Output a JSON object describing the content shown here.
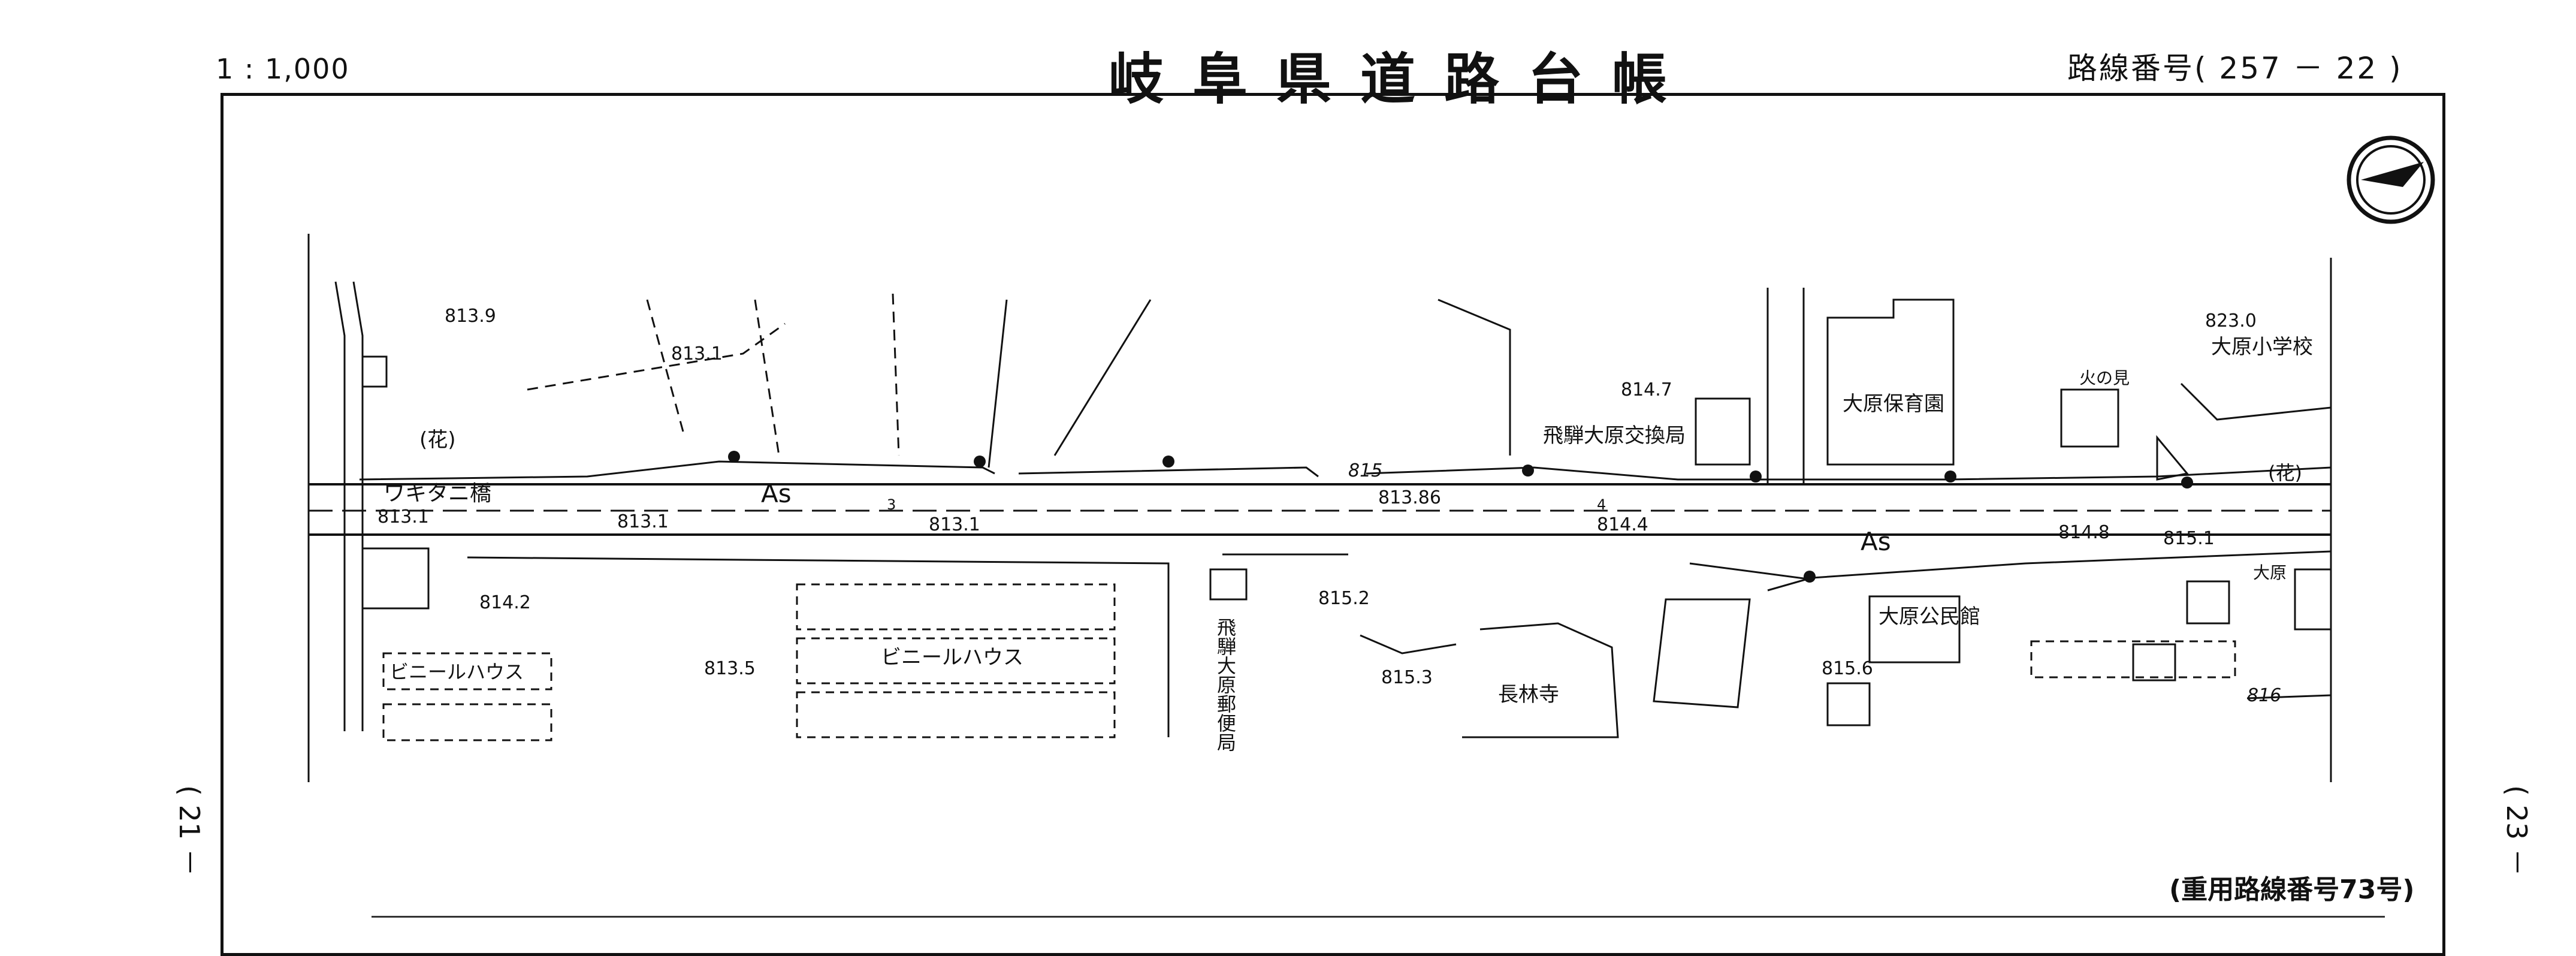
{
  "header": {
    "scale": "1 : 1,000",
    "title": "岐阜県道路台帳",
    "route_number": "路線番号( 257 － 22 )"
  },
  "side_markers": {
    "left": "( 21 －",
    "right": "( 23 －"
  },
  "map": {
    "bridge": "ワキタニ橋",
    "pavement": "As",
    "buildings": {
      "telephone_office": "飛騨大原交換局",
      "nursery": "大原保育園",
      "school": "大原小学校",
      "fire_lookout": "火の見",
      "post_office": "飛騨大原郵便局",
      "temple": "長林寺",
      "hall": "大原公民館",
      "greenhouse": "ビニールハウス",
      "flower": "(花)",
      "place_oohara": "大原"
    },
    "elevations": [
      "813.9",
      "813.1",
      "814.7",
      "823.0",
      "813.1",
      "813.1",
      "813.1",
      "813.86",
      "814.4",
      "814.8",
      "815.1",
      "814.2",
      "813.5",
      "815.2",
      "815.3",
      "815.6",
      "815",
      "816"
    ],
    "station_marks": [
      "3",
      "4"
    ],
    "contour": "815"
  },
  "footer_note": "(重用路線番号73号)"
}
